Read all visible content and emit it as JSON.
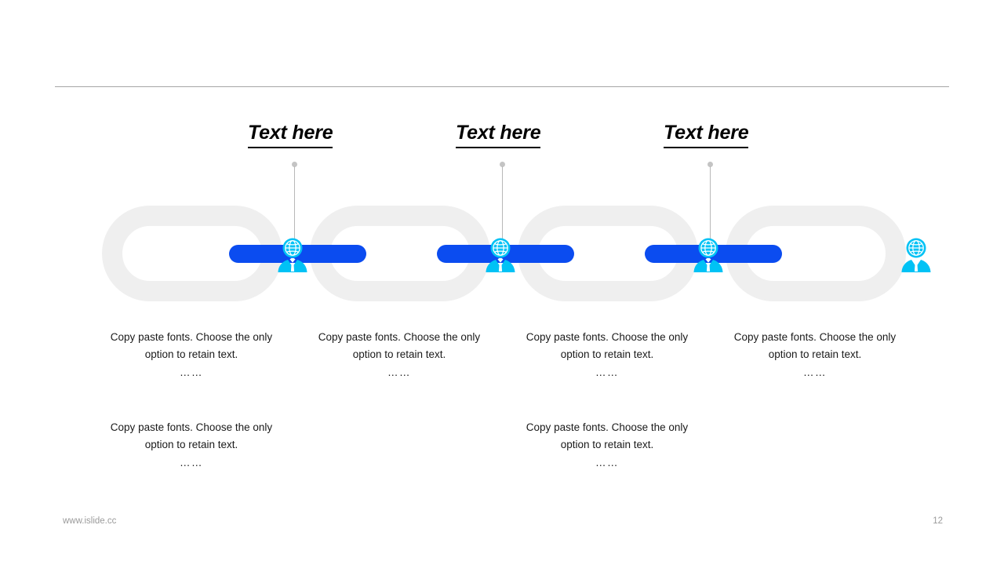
{
  "slide": {
    "page_number": "12",
    "footer_url": "www.islide.cc",
    "background_color": "#ffffff"
  },
  "colors": {
    "bar_blue": "#0b4cf0",
    "icon_cyan": "#00c2f5",
    "ring_gray": "#efefef",
    "divider_gray": "#a6a6a6",
    "connector_gray": "#b8b8b8",
    "dot_gray": "#c4c4c4",
    "footer_gray": "#9a9a9a",
    "heading_black": "#000000"
  },
  "headings": [
    {
      "label": "Text here"
    },
    {
      "label": "Text here"
    },
    {
      "label": "Text here"
    }
  ],
  "chain": {
    "rings": [
      {
        "icon": "businessperson-globe-icon"
      },
      {
        "icon": "businessperson-globe-icon"
      },
      {
        "icon": "businessperson-globe-icon"
      },
      {
        "icon": "businessperson-globe-icon"
      }
    ],
    "bars": [
      {
        "name": "chain-bar-1"
      },
      {
        "name": "chain-bar-2"
      },
      {
        "name": "chain-bar-3"
      }
    ]
  },
  "text_blocks": {
    "row1": [
      {
        "body": "Copy paste fonts. Choose the only option to retain text.",
        "dots": "……"
      },
      {
        "body": "Copy paste fonts. Choose the only option to retain text.",
        "dots": "……"
      },
      {
        "body": "Copy paste fonts. Choose the only option to retain text.",
        "dots": "……"
      },
      {
        "body": "Copy paste fonts. Choose the only option to retain text.",
        "dots": "……"
      }
    ],
    "row2": [
      {
        "body": "Copy paste fonts. Choose the only option to retain text.",
        "dots": "……"
      },
      {
        "body": "Copy paste fonts. Choose the only option to retain text.",
        "dots": "……"
      }
    ]
  }
}
